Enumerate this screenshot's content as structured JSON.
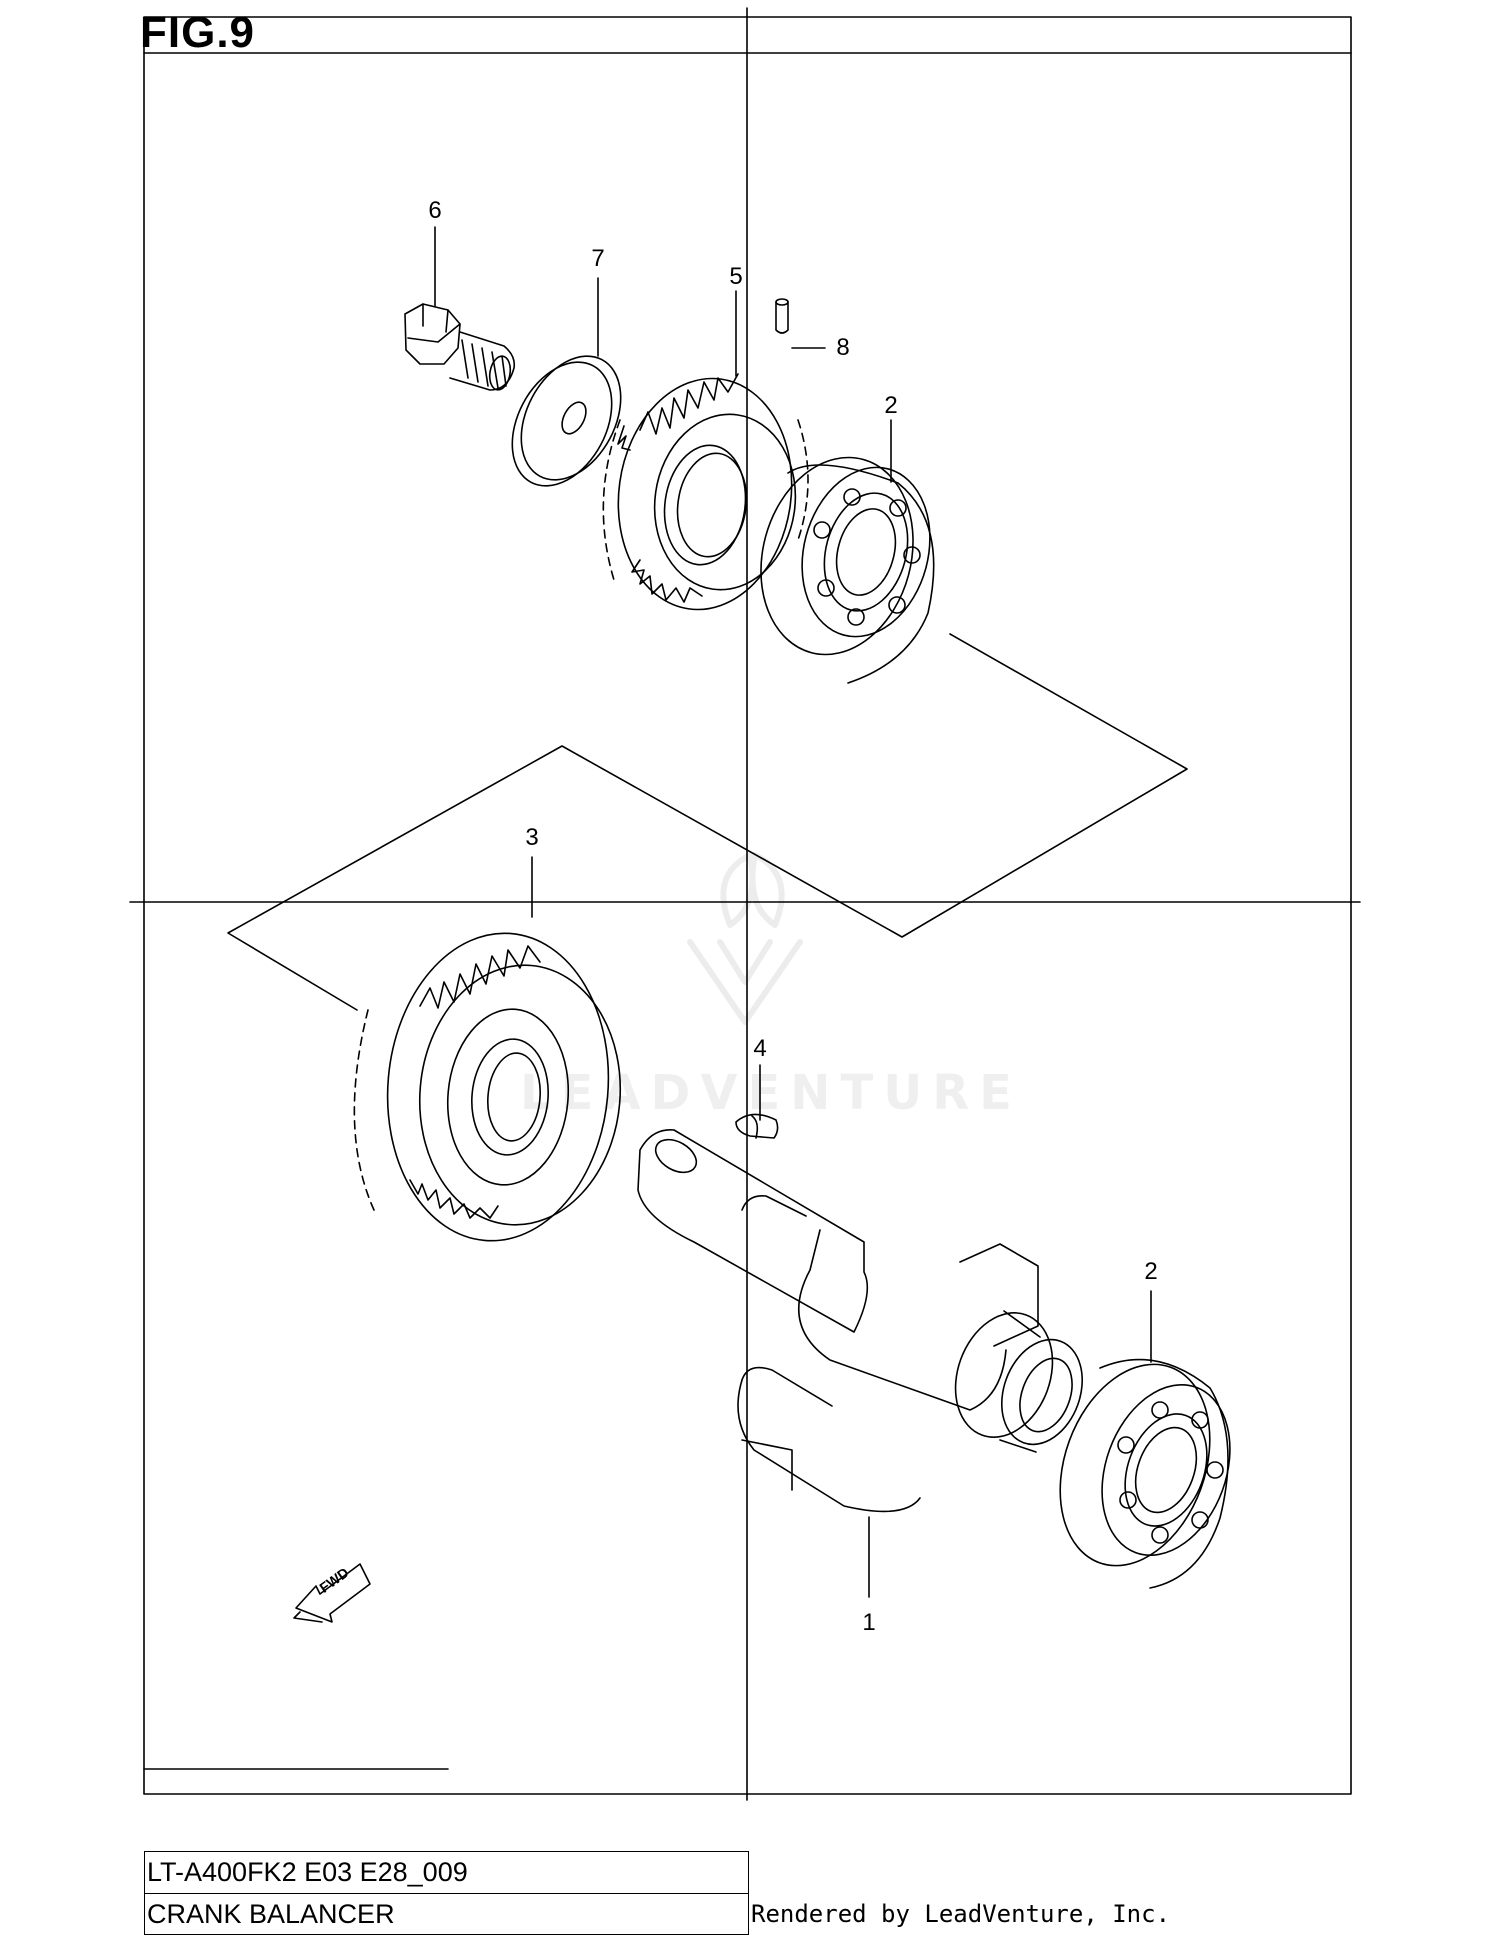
{
  "figure": {
    "title": "FIG.9"
  },
  "callouts": [
    {
      "id": "6",
      "label": "6"
    },
    {
      "id": "7",
      "label": "7"
    },
    {
      "id": "5",
      "label": "5"
    },
    {
      "id": "8",
      "label": "8"
    },
    {
      "id": "2a",
      "label": "2"
    },
    {
      "id": "3",
      "label": "3"
    },
    {
      "id": "4",
      "label": "4"
    },
    {
      "id": "2b",
      "label": "2"
    },
    {
      "id": "1",
      "label": "1"
    }
  ],
  "fwd_arrow": {
    "label": "FWD",
    "icon": "fwd-arrow-icon"
  },
  "watermark": {
    "text": "LEADVENTURE",
    "icon": "leadventure-logo-icon"
  },
  "title_block": {
    "model": "LT-A400FK2 E03 E28_009",
    "name": "CRANK BALANCER"
  },
  "footer": {
    "rendered_by": "Rendered by LeadVenture, Inc."
  },
  "colors": {
    "line": "#000000",
    "background": "#ffffff"
  }
}
